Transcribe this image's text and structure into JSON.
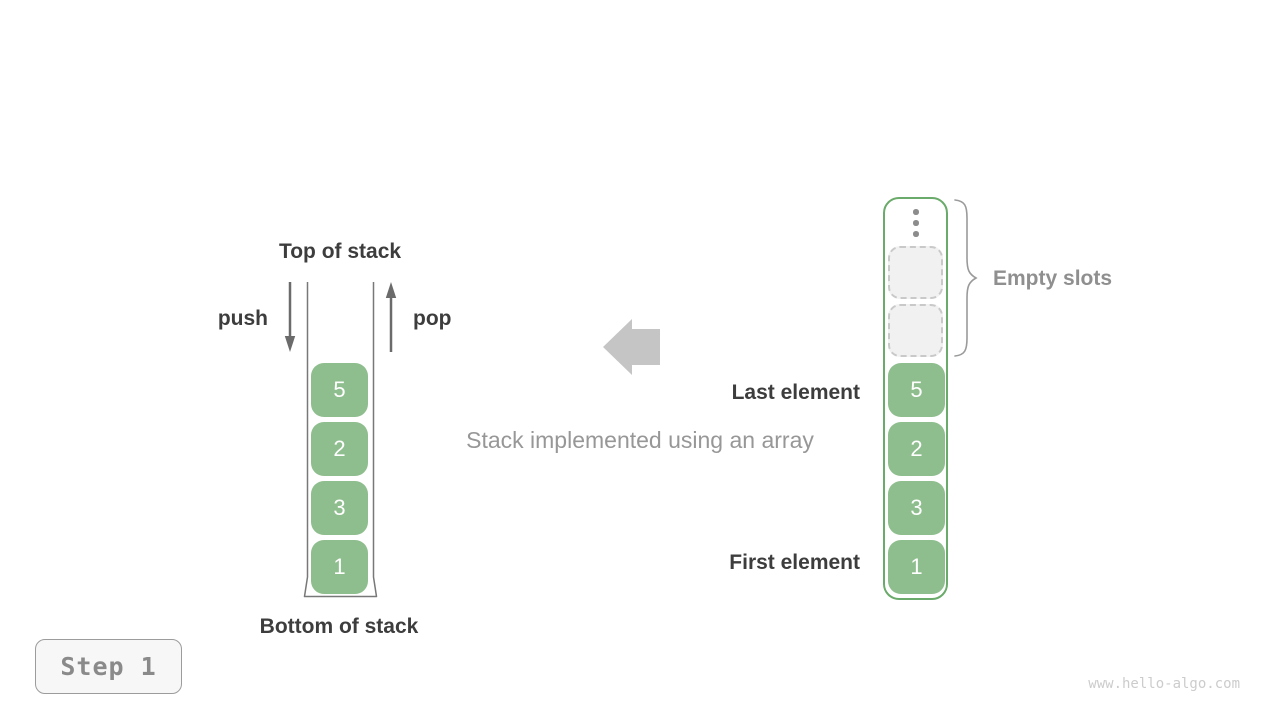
{
  "left_stack": {
    "title": "Top of stack",
    "bottom_label": "Bottom of stack",
    "push_label": "push",
    "pop_label": "pop",
    "cells": [
      "5",
      "2",
      "3",
      "1"
    ]
  },
  "array": {
    "cells": [
      "5",
      "2",
      "3",
      "1"
    ],
    "empty_slot_count": 2,
    "empty_slots_label": "Empty slots",
    "last_element_label": "Last element",
    "first_element_label": "First element"
  },
  "caption": "Stack implemented using an array",
  "footer": {
    "step_label": "Step 1",
    "watermark": "www.hello-algo.com"
  },
  "icons": {
    "vertical_ellipsis": "⋮",
    "push_arrow": "↓",
    "pop_arrow": "↑",
    "transform_arrow": "←"
  },
  "colors": {
    "cell_green": "#8ebe8e",
    "array_border_green": "#6aaa6a",
    "label_dark": "#3d3d3d",
    "gray_label": "#8f8f8f",
    "caption_gray": "#979797",
    "block_arrow_gray": "#c5c5c5",
    "slot_fill": "#f1f1f1",
    "slot_border": "#c9c9c9",
    "badge_bg": "#f7f7f7",
    "watermark_gray": "#cccccc"
  }
}
